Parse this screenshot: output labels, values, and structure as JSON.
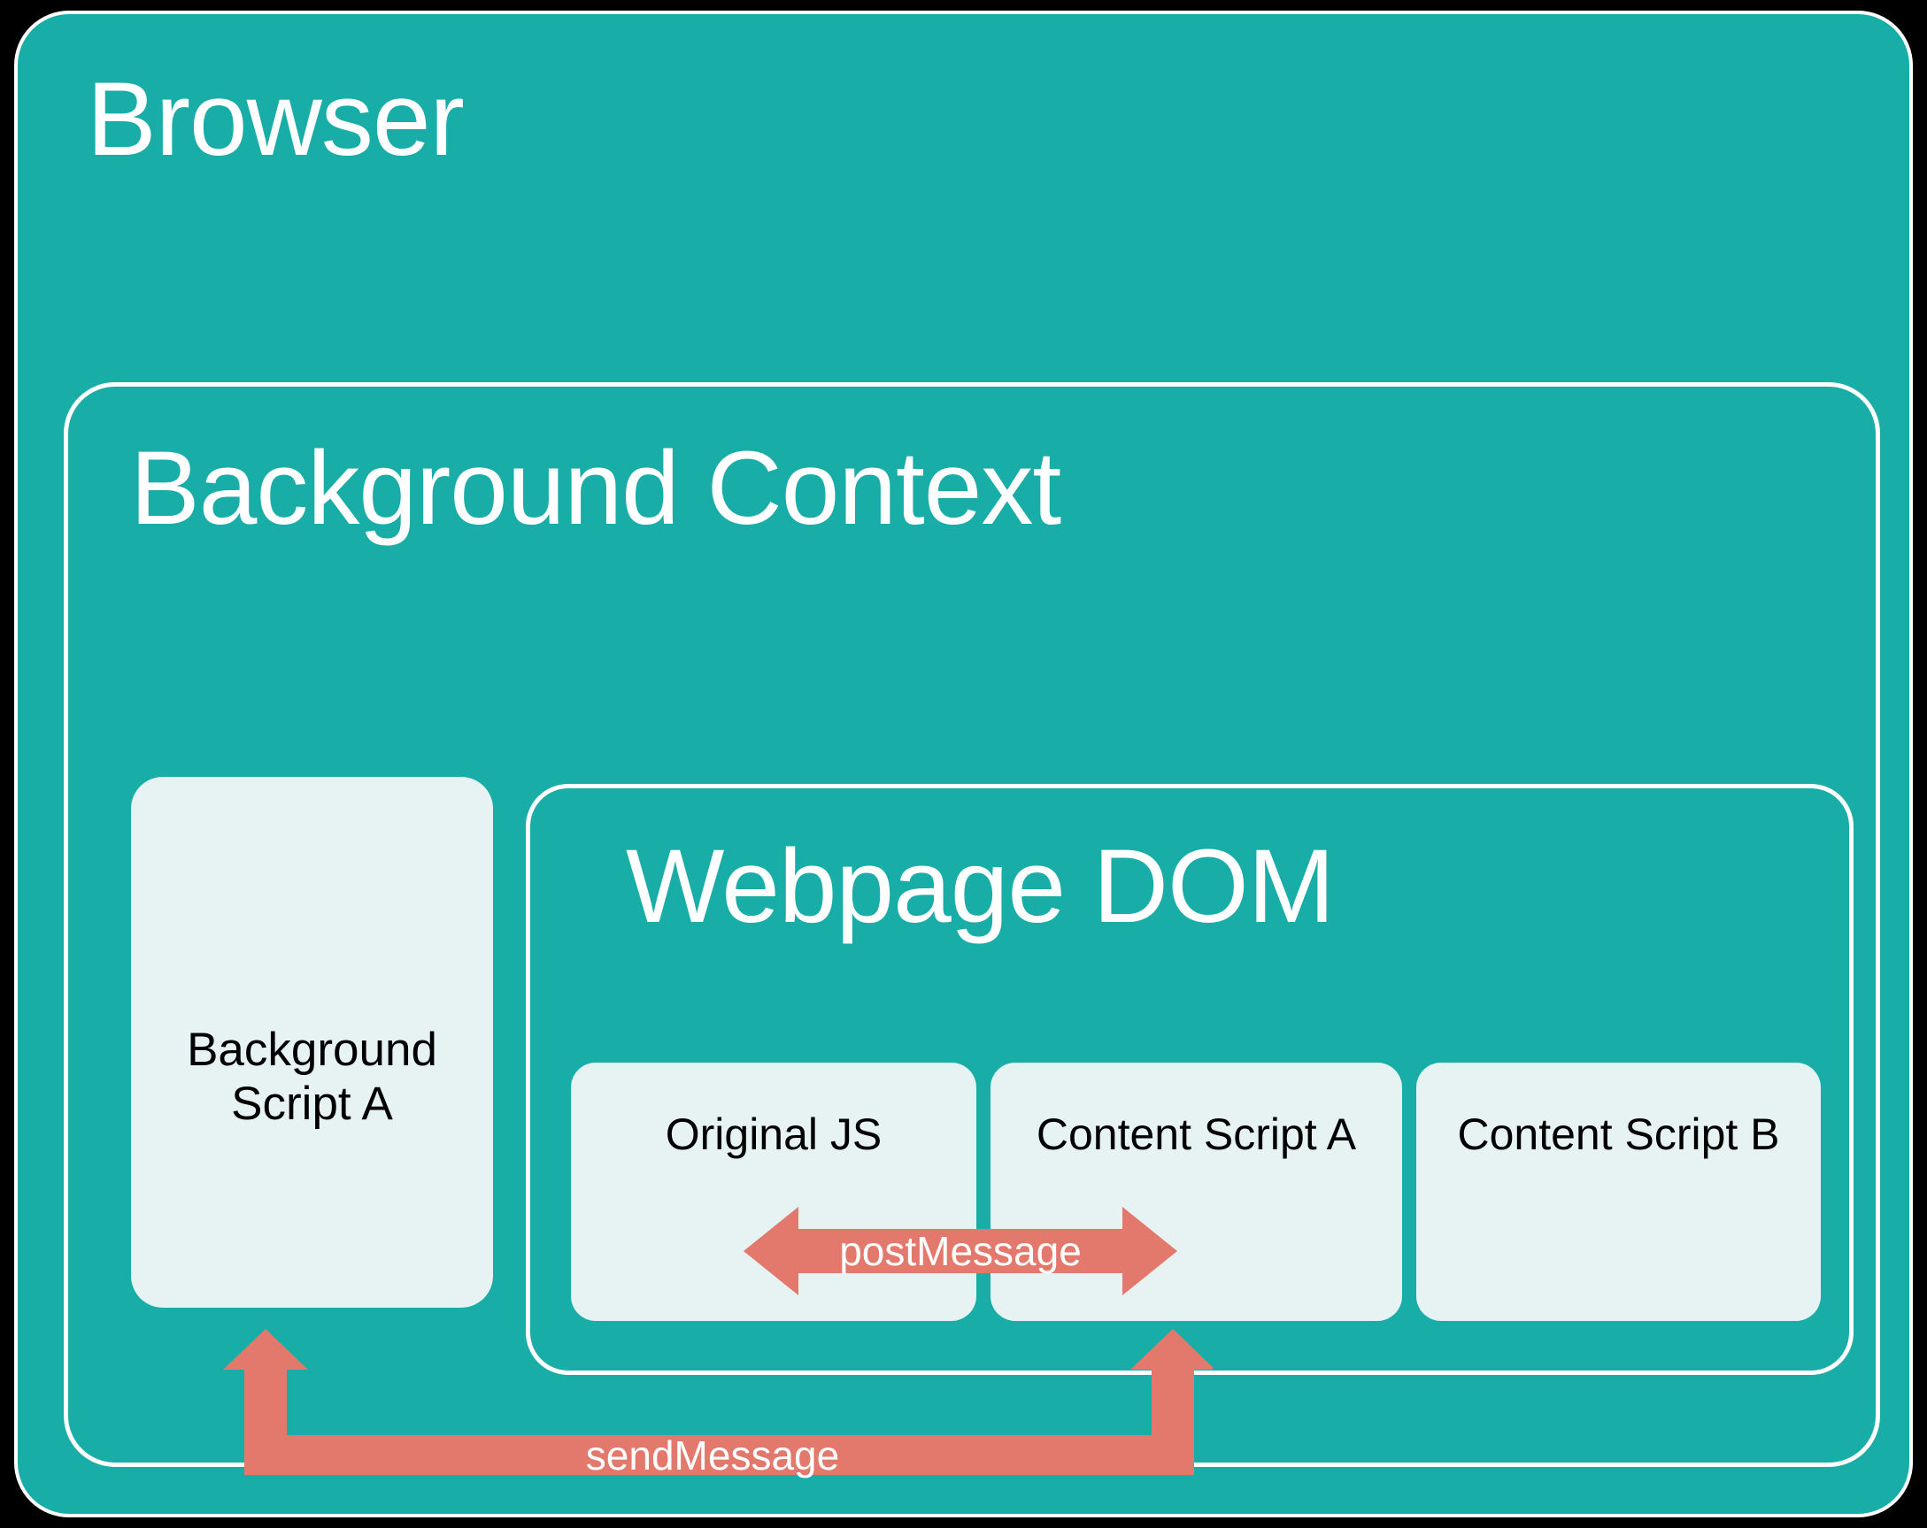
{
  "colors": {
    "page_background": "#000000",
    "browser_fill": "#19ADA8",
    "container_stroke": "#FFFFFF",
    "card_fill": "#E6F3F2",
    "arrow_fill": "#E3786C",
    "title_text": "#FFFFFF",
    "card_text": "#000000",
    "arrow_label_text": "#FFFFFF"
  },
  "browser": {
    "title": "Browser"
  },
  "background_context": {
    "title": "Background Context",
    "background_script": {
      "label": "Background Script A"
    }
  },
  "webpage_dom": {
    "title": "Webpage DOM",
    "scripts": [
      {
        "label": "Original JS"
      },
      {
        "label": "Content Script A"
      },
      {
        "label": "Content Script B"
      }
    ]
  },
  "arrows": [
    {
      "label": "postMessage",
      "direction": "bidirectional",
      "orientation": "horizontal",
      "from": "Original JS",
      "to": "Content Script A"
    },
    {
      "label": "sendMessage",
      "direction": "bidirectional",
      "orientation": "u-shape",
      "from": "Background Script A",
      "to": "Content Script A"
    }
  ]
}
